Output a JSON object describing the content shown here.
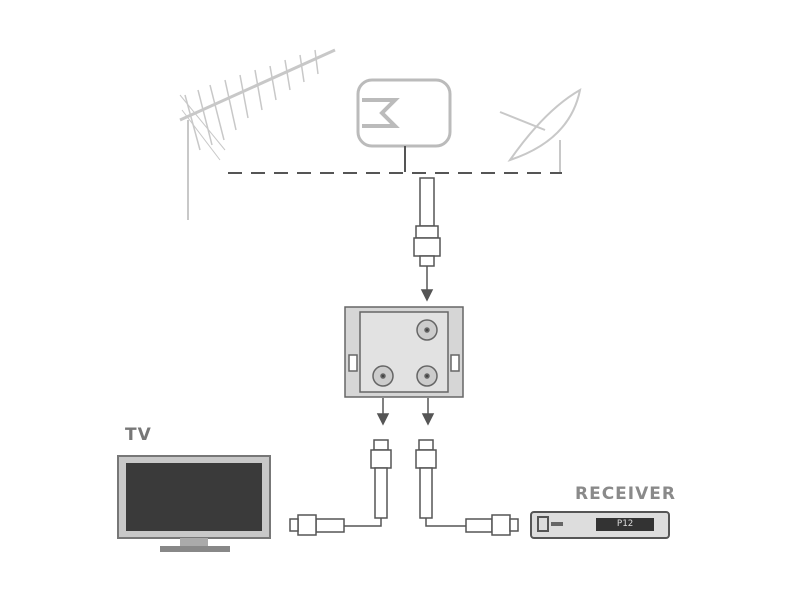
{
  "labels": {
    "tv": "TV",
    "receiver": "RECEIVER"
  },
  "receiver_display": "P12",
  "colors": {
    "line": "#555555",
    "light": "#c8c8c8",
    "device": "#d8d8d8",
    "screen": "#3a3a3a"
  }
}
